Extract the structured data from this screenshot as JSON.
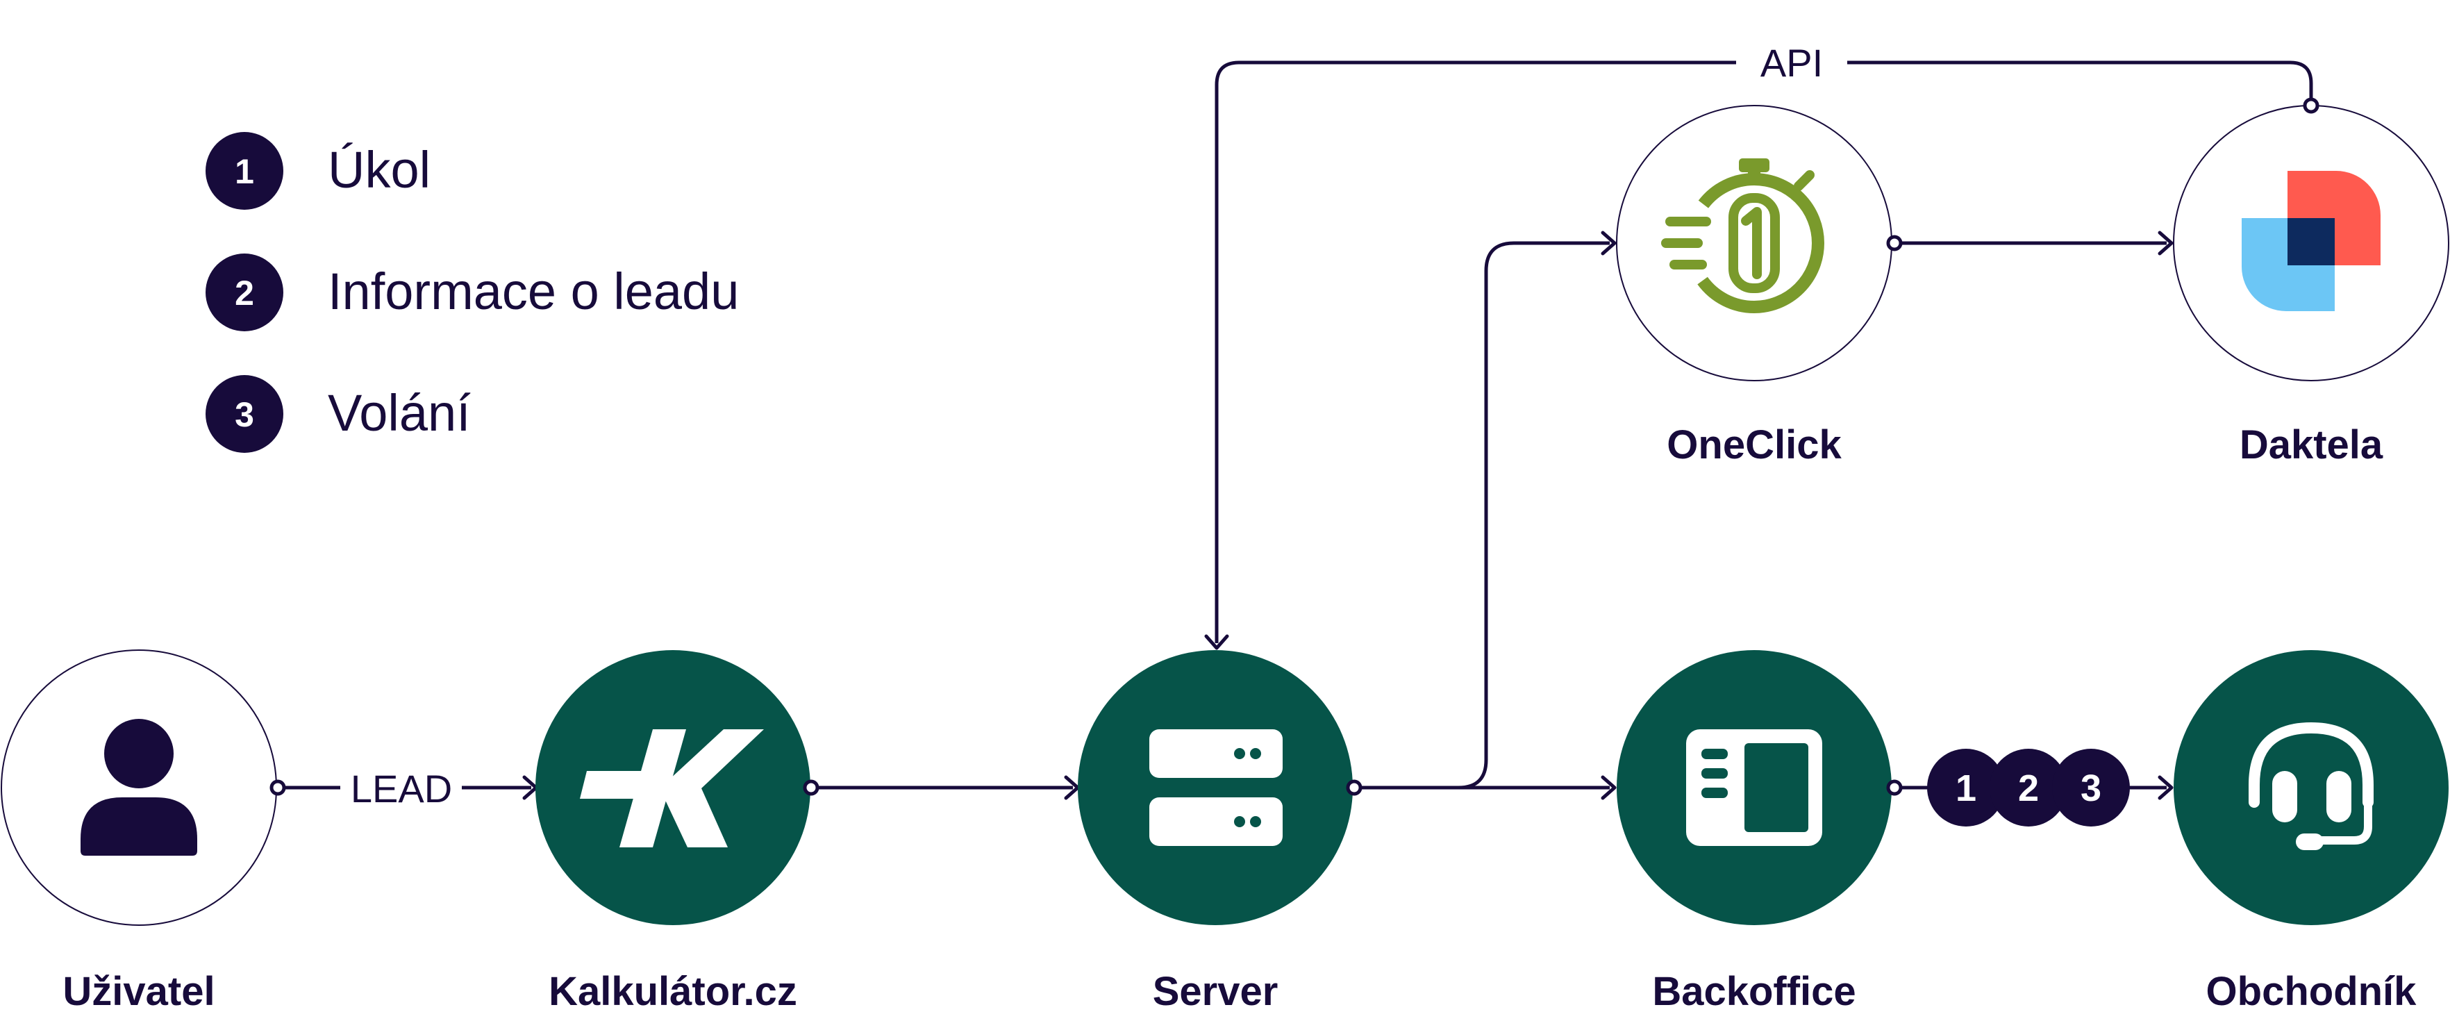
{
  "legend": {
    "items": [
      {
        "num": "1",
        "label": "Úkol"
      },
      {
        "num": "2",
        "label": "Informace o leadu"
      },
      {
        "num": "3",
        "label": "Volání"
      }
    ]
  },
  "nodes": {
    "uzivatel": {
      "label": "Uživatel",
      "icon": "user-icon"
    },
    "kalkulator": {
      "label": "Kalkulátor.cz",
      "icon": "kalkulator-logo"
    },
    "server": {
      "label": "Server",
      "icon": "server-icon"
    },
    "backoffice": {
      "label": "Backoffice",
      "icon": "backoffice-icon"
    },
    "obchodnik": {
      "label": "Obchodník",
      "icon": "headset-icon"
    },
    "oneclick": {
      "label": "OneClick",
      "icon": "stopwatch-icon"
    },
    "daktela": {
      "label": "Daktela",
      "icon": "daktela-logo"
    }
  },
  "edges": {
    "lead_label": "LEAD",
    "api_label": "API",
    "badges": [
      "1",
      "2",
      "3"
    ]
  },
  "colors": {
    "primary_green": "#065449",
    "navy": "#170b3b",
    "oneclick_green": "#7a9a2c",
    "daktela_red": "#ff5a4f",
    "daktela_blue": "#6cc6f5",
    "daktela_navy": "#0d2a5e"
  }
}
